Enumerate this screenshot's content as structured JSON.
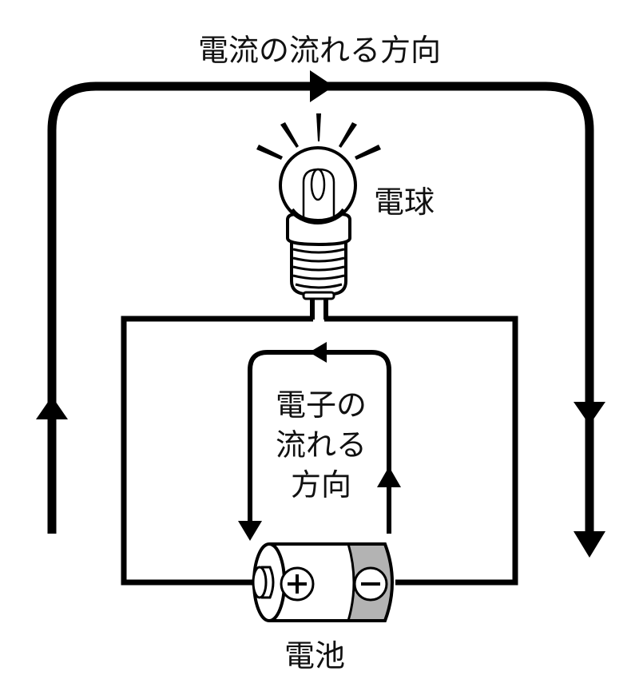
{
  "diagram": {
    "title": "電流の流れる方向",
    "labels": {
      "bulb": "電球",
      "battery": "電池",
      "electron_flow": [
        "電子の",
        "流れる",
        "方向"
      ]
    },
    "battery_terminals": {
      "positive": "+",
      "negative": "−"
    },
    "flows": [
      {
        "name": "current",
        "label": "電流の流れる方向",
        "direction": "clockwise (from battery + through bulb)"
      },
      {
        "name": "electrons",
        "label": "電子の流れる方向",
        "direction": "counter-clockwise"
      }
    ],
    "colors": {
      "line": "#000000",
      "battery_negative_band": "#b3b3b3",
      "background": "#ffffff"
    }
  }
}
